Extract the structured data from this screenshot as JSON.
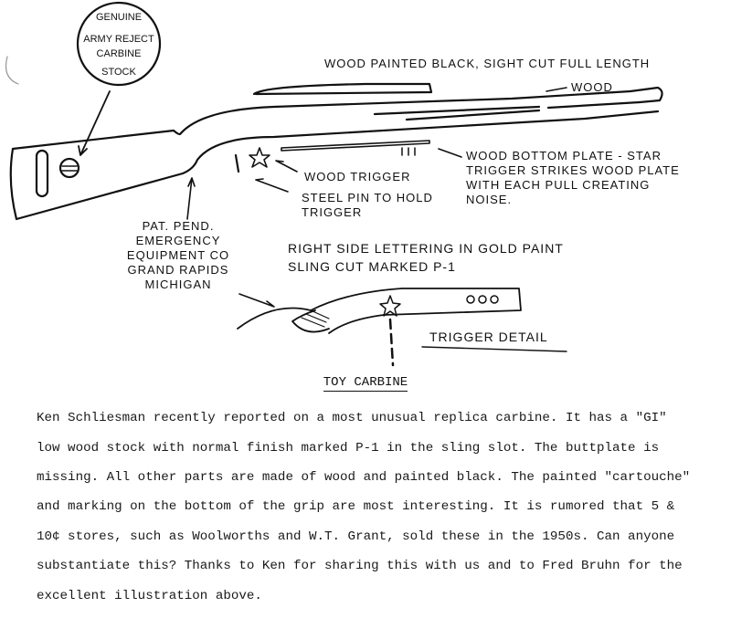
{
  "illustration": {
    "stamp": {
      "lines": [
        "GENUINE",
        "ARMY REJECT",
        "CARBINE",
        "STOCK"
      ]
    },
    "labels": {
      "handguard": "WOOD PAINTED BLACK, SIGHT CUT FULL LENGTH",
      "barrel": "WOOD",
      "bottom_plate": [
        "WOOD BOTTOM PLATE -  STAR",
        "TRIGGER STRIKES WOOD PLATE",
        "WITH EACH PULL CREATING",
        "NOISE."
      ],
      "trigger": "WOOD TRIGGER",
      "pin": [
        "STEEL PIN TO HOLD",
        "TRIGGER"
      ],
      "maker": [
        "PAT. PEND.",
        "EMERGENCY",
        "EQUIPMENT CO",
        "GRAND RAPIDS",
        "MICHIGAN"
      ],
      "right_side": [
        "RIGHT SIDE LETTERING IN GOLD PAINT",
        "SLING CUT MARKED P-1"
      ],
      "detail": "TRIGGER DETAIL"
    }
  },
  "article": {
    "title": "TOY CARBINE",
    "body": [
      "Ken Schliesman recently reported on a most unusual replica carbine. It has a \"GI\"",
      "low wood stock with normal finish marked P-1 in the sling slot. The buttplate is",
      "missing. All other parts are made of wood and painted black. The painted \"cartouche\"",
      "and marking on the bottom of the grip are most interesting. It is rumored that 5 &",
      "10¢ stores, such as Woolworths and W.T. Grant, sold these in the 1950s. Can anyone",
      "substantiate this? Thanks to Ken for sharing this with us and to Fred Bruhn for the",
      "excellent illustration above."
    ]
  }
}
